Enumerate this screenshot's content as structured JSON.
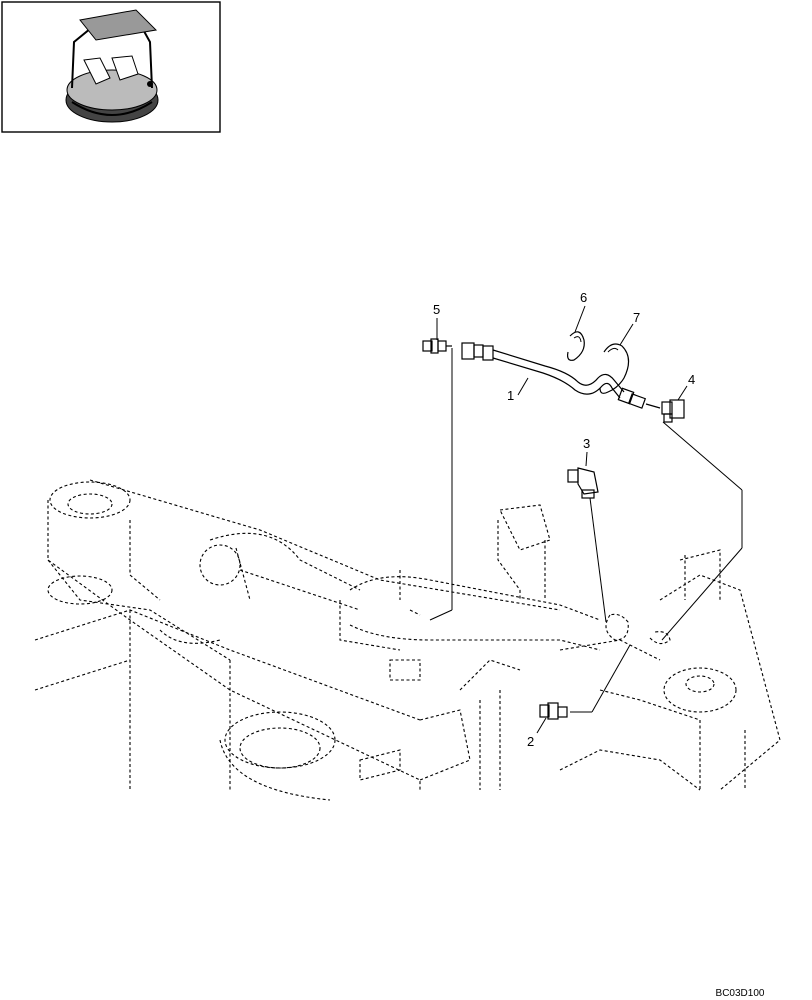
{
  "figure_code": "BC03D100",
  "callouts": {
    "c1": "1",
    "c2": "2",
    "c3": "3",
    "c4": "4",
    "c5": "5",
    "c6": "6",
    "c7": "7"
  },
  "locator": {
    "icon": "excavator-cab-icon"
  }
}
